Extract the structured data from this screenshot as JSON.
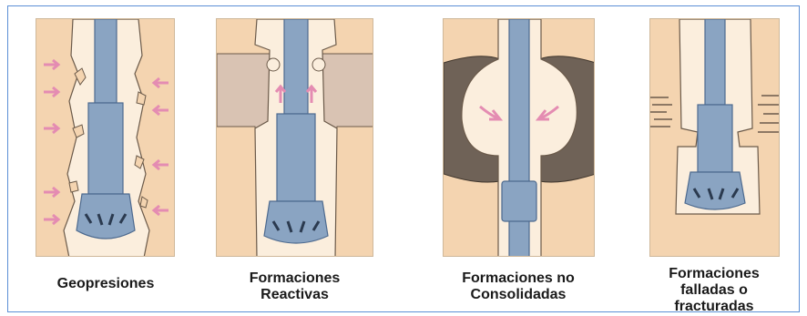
{
  "panels": [
    {
      "caption": "Geopresiones"
    },
    {
      "caption": "Formaciones\nReactivas"
    },
    {
      "caption": "Formaciones no\nConsolidadas"
    },
    {
      "caption": "Formaciones\nfalladas o\nfracturadas"
    }
  ],
  "colors": {
    "formation": "#f4d4b0",
    "wellbore": "#fbeedd",
    "swelling_clay": "#d9c3b3",
    "gravel_bed": "#6f6257",
    "pipe": "#8aa4c2",
    "pipe_dark": "#4d6a8f",
    "arrow": "#e48cb2",
    "frame_border": "#5b8fd6"
  }
}
